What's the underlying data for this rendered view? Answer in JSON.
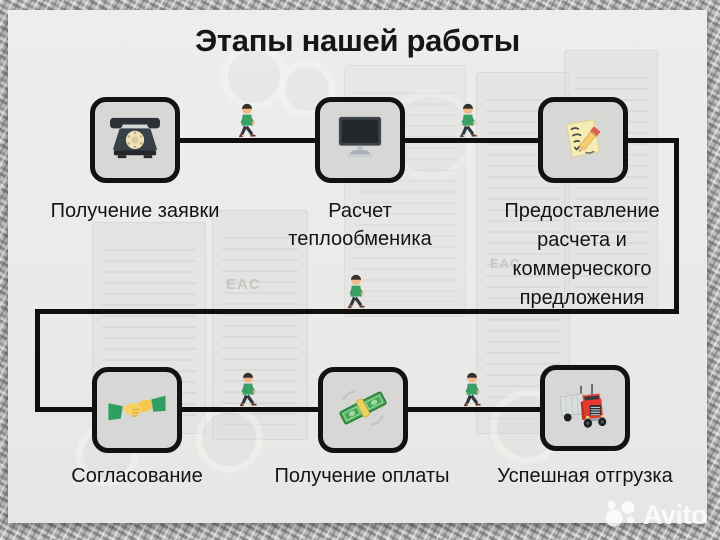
{
  "title": "Этапы нашей работы",
  "steps": [
    {
      "icon": "rotary-phone-icon",
      "label": "Получение заявки"
    },
    {
      "icon": "desktop-computer-icon",
      "label": "Расчет\nтеплообменика"
    },
    {
      "icon": "memo-pencil-icon",
      "label": "Предоставление\nрасчета и\nкоммерческого\nпредложения"
    },
    {
      "icon": "handshake-icon",
      "label": "Согласование"
    },
    {
      "icon": "money-with-wings-icon",
      "label": "Получение оплаты"
    },
    {
      "icon": "delivery-truck-icon",
      "label": "Успешная отгрузка"
    }
  ],
  "walker_icon": "walking-person-icon",
  "background": {
    "ghost_labels": [
      "EAC",
      "EAC"
    ]
  },
  "watermark": {
    "brand": "Avito",
    "logo_icon": "avito-logo-icon"
  },
  "colors": {
    "connector": "#0f0f0f",
    "box_fill": "#d7d7d5",
    "box_border": "#121212",
    "poster_bg": "#eaeae9",
    "title_text": "#161616",
    "watermark_text": "#ffffff"
  }
}
